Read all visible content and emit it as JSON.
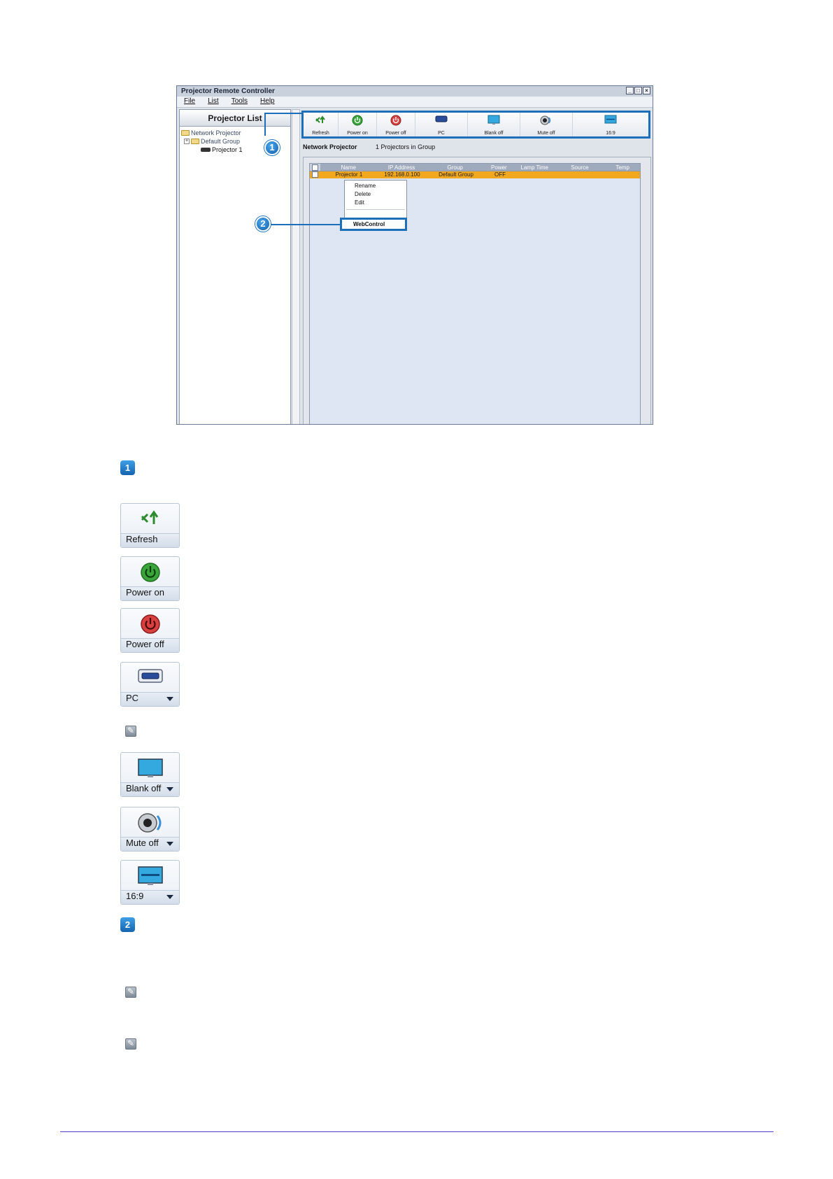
{
  "window": {
    "title": "Projector Remote Controller",
    "controls": {
      "minimize": "_",
      "maximize": "□",
      "close": "×"
    }
  },
  "menu": [
    "File",
    "List",
    "Tools",
    "Help"
  ],
  "sidebar": {
    "title": "Projector List",
    "tree": {
      "root": "Network Projector",
      "group": "Default Group",
      "group_expander": "+",
      "item": "Projector 1"
    }
  },
  "toolbar": {
    "refresh": "Refresh",
    "power_on": "Power on",
    "power_off": "Power off",
    "source": "PC",
    "blank": "Blank off",
    "mute": "Mute off",
    "aspect": "16:9"
  },
  "status": {
    "location": "Network Projector",
    "count": "1 Projectors in Group"
  },
  "table": {
    "columns": [
      "Name",
      "IP Address",
      "Group",
      "Power",
      "Lamp Time",
      "Source",
      "Temp"
    ],
    "row": {
      "name": "Projector 1",
      "ip": "192.168.0.100",
      "group": "Default Group",
      "power": "OFF"
    }
  },
  "context_menu": {
    "items": [
      "Rename",
      "Delete",
      "Edit"
    ],
    "highlighted": "WebControl"
  },
  "callouts": {
    "one": "1",
    "two": "2"
  },
  "legend": {
    "section_one": "1",
    "section_two": "2",
    "refresh": "Refresh",
    "power_on": "Power on",
    "power_off": "Power off",
    "source": "PC",
    "blank": "Blank off",
    "mute": "Mute off",
    "aspect": "16:9"
  },
  "colors": {
    "highlight": "#1c6fb8",
    "selected_row": "#f2a81e",
    "footer_rule": "#4f3fc8"
  }
}
